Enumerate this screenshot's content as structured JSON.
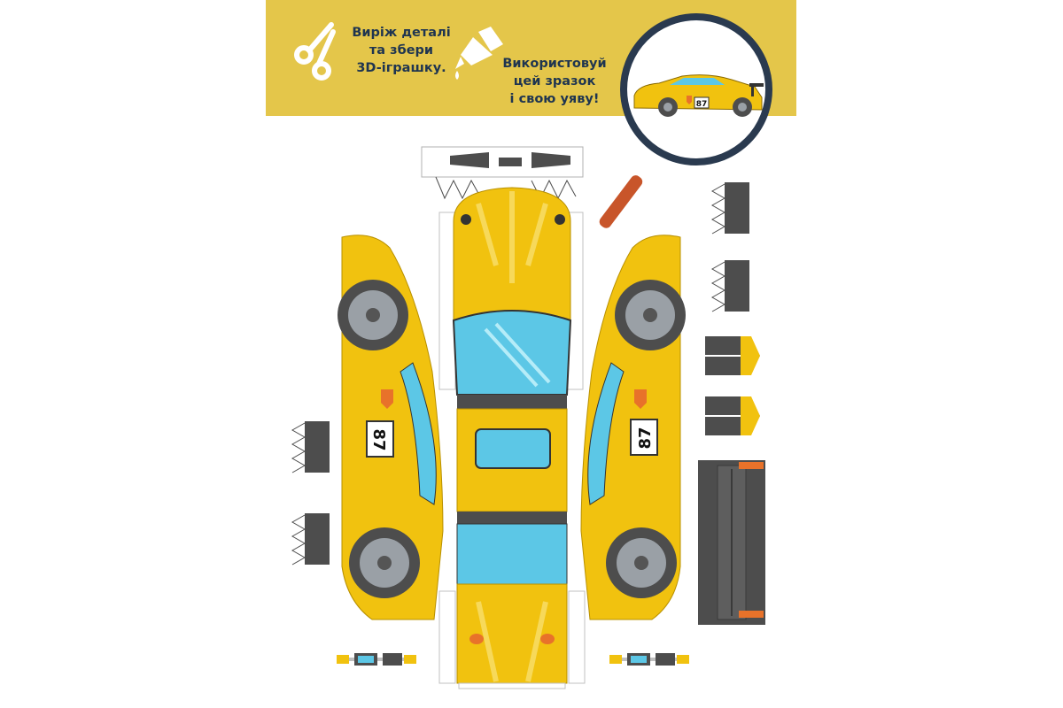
{
  "banner": {
    "lines_instructions": [
      "Виріж деталі",
      "та збери",
      "3D-іграшку."
    ],
    "lines_hint": [
      "Використовуй",
      "цей зразок",
      "і свою уяву!"
    ]
  },
  "preview": {
    "badge_number": "87"
  },
  "sheet": {
    "left_door_number": "87",
    "right_door_number": "87"
  },
  "icons": {
    "tool_1": "scissors-icon",
    "tool_2": "glue-icon",
    "lens": "magnifier-icon"
  },
  "colors": {
    "banner": "#e4c64a",
    "car_yellow": "#f1c20f",
    "car_yellow_dark": "#d9a708",
    "glass": "#5cc7e6",
    "tire": "#4d4d4d",
    "text": "#1f3550",
    "accent_orange": "#e8722a"
  }
}
